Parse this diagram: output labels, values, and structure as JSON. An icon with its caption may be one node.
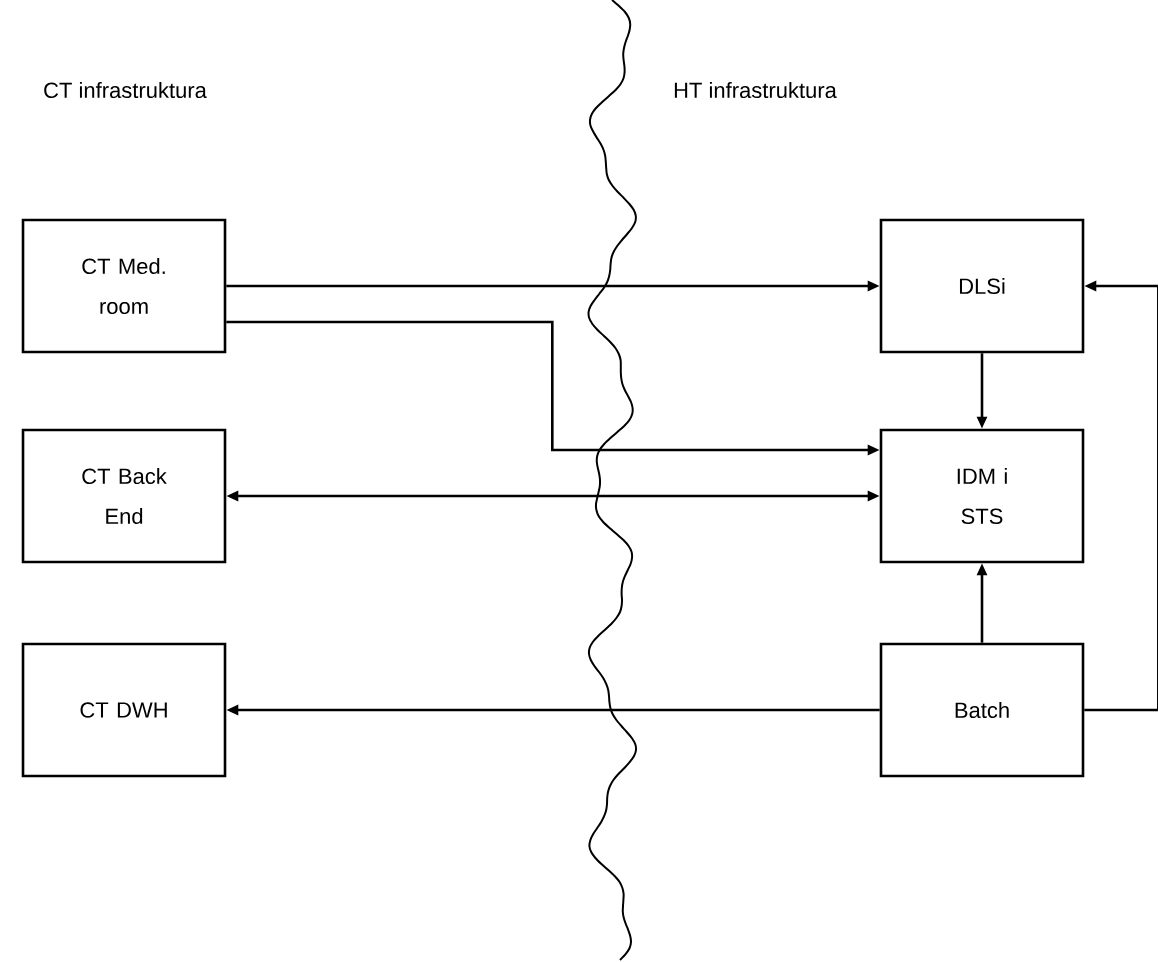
{
  "diagram": {
    "nodes": [
      {
        "text": [
          "CT Med. room"
        ]
      },
      {
        "text": [
          "CT Back End"
        ]
      },
      {
        "text": [
          "CT DWH"
        ]
      },
      {
        "text": [
          "DLSi"
        ]
      },
      {
        "text": [
          "IDM i STS"
        ]
      },
      {
        "text": [
          "Batch"
        ]
      }
    ],
    "edges": [
      {
        "from": 0,
        "to": 3,
        "arrow": "to"
      },
      {
        "from": 0,
        "to": 4,
        "arrow": "to"
      },
      {
        "from": 1,
        "to": 4,
        "arrow": "both"
      },
      {
        "from": 3,
        "to": 4,
        "arrow": "to"
      },
      {
        "from": 5,
        "to": 4,
        "arrow": "to"
      },
      {
        "from": 5,
        "to": 2,
        "arrow": "to"
      },
      {
        "from": 5,
        "to": 3,
        "arrow": "to"
      }
    ],
    "labels": [
      "CT infrastruktura",
      "HT infrastruktura"
    ]
  }
}
